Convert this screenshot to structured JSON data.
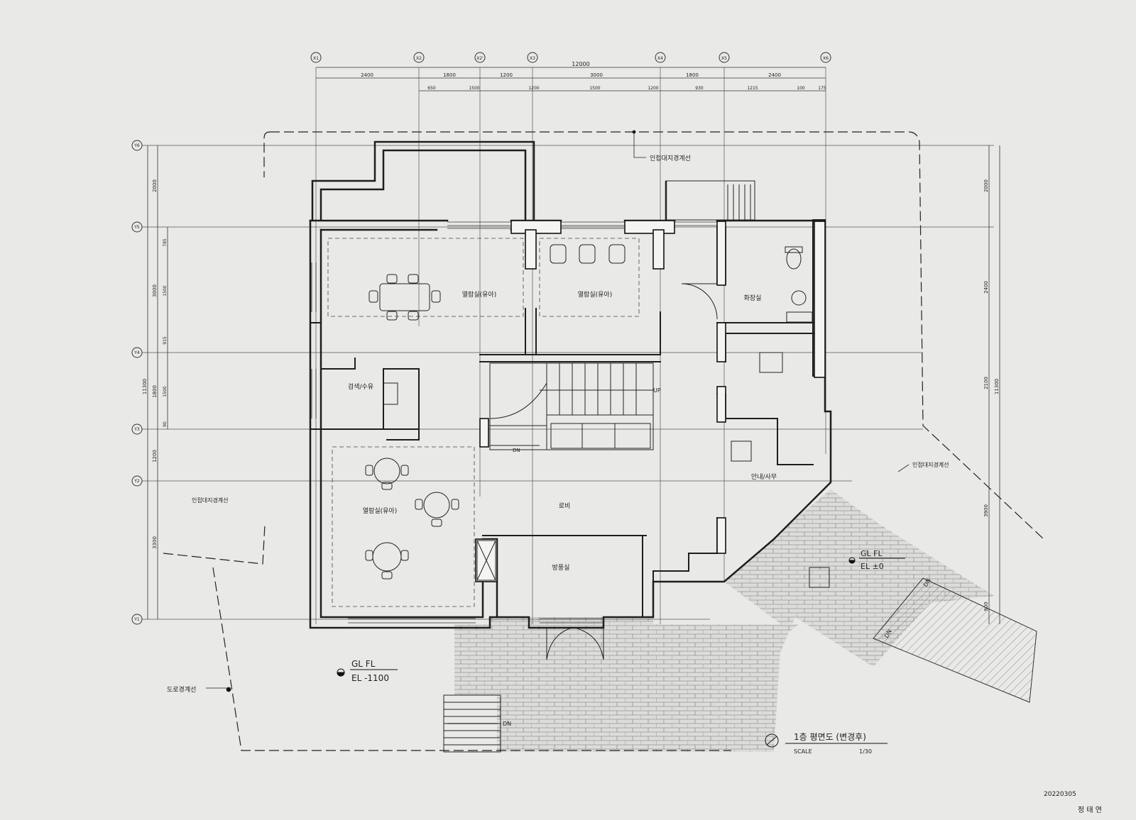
{
  "drawing": {
    "title": "1층 평면도 (변경후)",
    "scale_label": "SCALE",
    "scale_value": "1/30",
    "date": "20220305",
    "author": "정 태 연"
  },
  "grid_top": {
    "axis_labels": [
      "X1",
      "X2",
      "X2'",
      "X3",
      "X4",
      "X5",
      "X6"
    ],
    "overall": "12000",
    "row1": [
      "2400",
      "1800",
      "1200",
      "3000",
      "1800",
      "2400"
    ],
    "row2": [
      "650",
      "1500",
      "1200",
      "1500",
      "1200",
      "930",
      "1215",
      "100",
      "175"
    ]
  },
  "grid_left": {
    "axis_labels": [
      "Y6",
      "Y5",
      "Y4",
      "Y3",
      "Y2",
      "Y1"
    ],
    "overall": "11300",
    "segments": [
      "2000",
      "3000",
      "1800",
      "1200",
      "3300"
    ],
    "sub": [
      "785",
      "1500",
      "915",
      "1500",
      "90"
    ]
  },
  "grid_right": {
    "overall": "11300",
    "segments": [
      "2000",
      "2400",
      "2100",
      "3900",
      "900"
    ]
  },
  "rooms": {
    "reading1": "열람실(유아)",
    "reading2": "열람실(유아)",
    "reading3": "열람실(유아)",
    "search": "검색/수유",
    "toilet": "화장실",
    "info": "안내/사무",
    "lobby": "로비",
    "broadcast": "방풍실"
  },
  "notes": {
    "adjacent_top": "인접대지경계선",
    "adjacent_right": "인접대지경계선",
    "adjacent_left": "인접대지경계선",
    "road": "도로경계선",
    "up": "UP",
    "dn_stair": "DN",
    "dn_bottom": "DN",
    "dn_ramp1": "DN",
    "dn_ramp2": "DN"
  },
  "levels": {
    "outside_gl": "GL FL",
    "outside_el": "EL -1100",
    "terrace_gl": "GL FL",
    "terrace_el": "EL ±0"
  }
}
